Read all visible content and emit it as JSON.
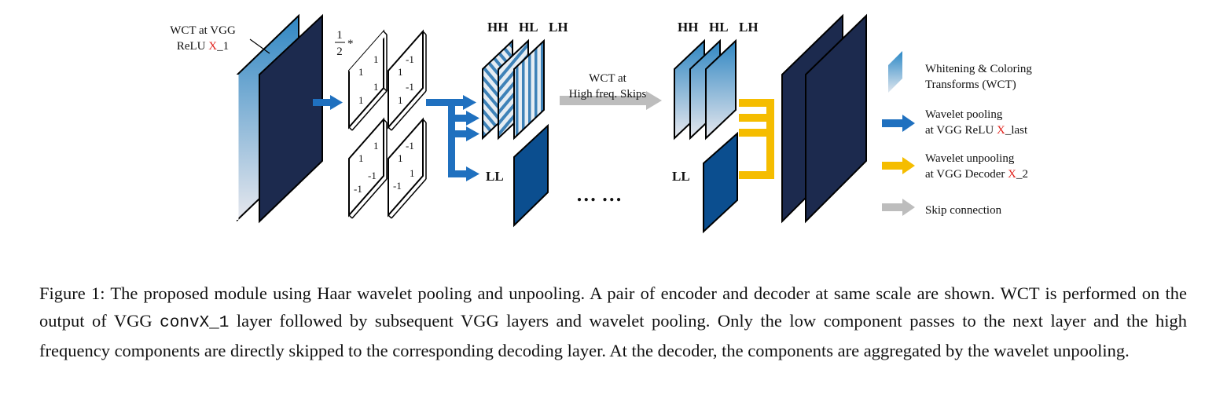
{
  "figure": {
    "wct_label": {
      "line1": "WCT at VGG",
      "line2_prefix": "ReLU ",
      "line2_red": "X",
      "line2_suffix": "_1"
    },
    "half_label": {
      "num": "1",
      "den": "2",
      "star": "*"
    },
    "haar_filters": [
      [
        "1",
        "1",
        "1",
        "1"
      ],
      [
        "-1",
        "1",
        "-1",
        "1"
      ],
      [
        "1",
        "1",
        "-1",
        "-1"
      ],
      [
        "-1",
        "1",
        "1",
        "-1"
      ]
    ],
    "band_labels": {
      "hh": "HH",
      "hl": "HL",
      "lh": "LH",
      "ll": "LL"
    },
    "skip_label": {
      "line1": "WCT at",
      "line2": "High freq. Skips"
    },
    "dots": "…  …",
    "legend": {
      "wct": {
        "line1": "Whitening & Coloring",
        "line2": "Transforms (WCT)"
      },
      "pool": {
        "line1": "Wavelet pooling",
        "line2_prefix": "at VGG ReLU ",
        "line2_red": "X",
        "line2_suffix": "_last"
      },
      "unpool": {
        "line1": "Wavelet unpooling",
        "line2_prefix": "at VGG Decoder ",
        "line2_red": "X",
        "line2_suffix": "_2"
      },
      "skip": {
        "line1": "Skip connection"
      }
    },
    "colors": {
      "navy": "#1c2a4e",
      "blue_arrow": "#1f70bf",
      "yellow": "#f5bd00",
      "gray": "#bdbdbd",
      "ll_blue": "#0b4e8f",
      "red": "#e0201a"
    }
  },
  "caption": {
    "part1": "Figure 1: The proposed module using Haar wavelet pooling and unpooling. A pair of encoder and decoder at same scale are shown. WCT is performed on the output of VGG ",
    "code": "convX_1",
    "part2": " layer followed by subsequent VGG layers and wavelet pooling. Only the low component passes to the next layer and the high frequency components are directly skipped to the corresponding decoding layer. At the decoder, the components are aggregated by the wavelet unpooling."
  }
}
